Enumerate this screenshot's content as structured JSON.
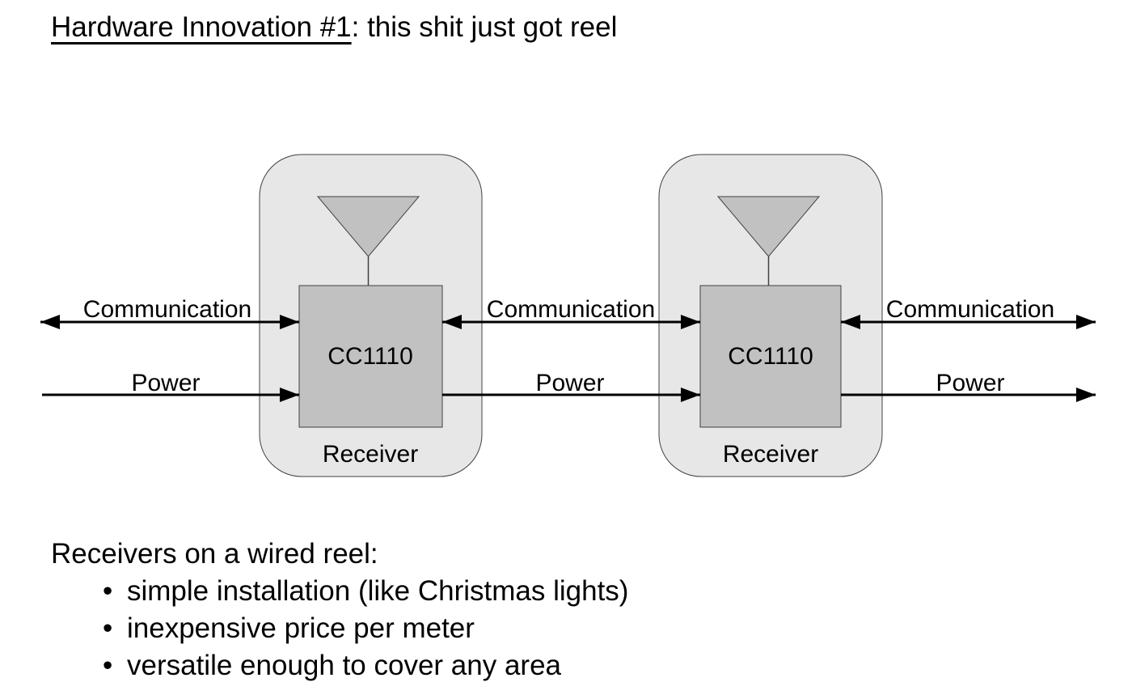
{
  "title": {
    "underlined": "Hardware Innovation #1",
    "rest": ": this shit just got reel"
  },
  "diagram": {
    "chip_label": "CC1110",
    "receiver_label": "Receiver",
    "communication_label": "Communication",
    "power_label": "Power"
  },
  "notes": {
    "heading": "Receivers on a wired reel:",
    "bullets": [
      "simple installation (like Christmas lights)",
      "inexpensive price per meter",
      "versatile enough to cover any area"
    ]
  },
  "colors": {
    "background": "#ffffff",
    "module_fill": "#e7e7e7",
    "component_fill": "#c1c1c1",
    "outline": "#404040",
    "arrow": "#000000",
    "text": "#000000"
  }
}
